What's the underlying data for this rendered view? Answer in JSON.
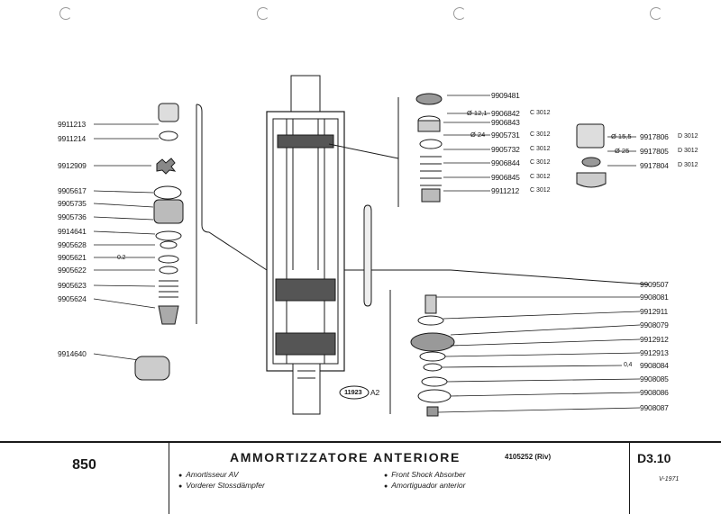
{
  "header": {
    "model": "850",
    "title": "AMMORTIZZATORE ANTERIORE",
    "part_number": "4105252 (Riv)",
    "page_code": "D3.10",
    "date": "V-1971",
    "translations": [
      "Amortisseur AV",
      "Vorderer Stossdämpfer",
      "Front Shock Absorber",
      "Amortiguador anterior"
    ]
  },
  "drawing_ref": {
    "number": "11923",
    "suffix": "A2"
  },
  "left_group": [
    {
      "part": "9911213"
    },
    {
      "part": "9911214"
    },
    {
      "part": "9912909"
    },
    {
      "part": "9905617"
    },
    {
      "part": "9905735"
    },
    {
      "part": "9905736"
    },
    {
      "part": "9914641"
    },
    {
      "part": "9905628"
    },
    {
      "part": "9905621",
      "size": "0.2"
    },
    {
      "part": "9905622"
    },
    {
      "part": "9905623"
    },
    {
      "part": "9905624"
    },
    {
      "part": "9914640"
    }
  ],
  "top_center_group": [
    {
      "part": "9909481"
    },
    {
      "part": "9906842",
      "dim": "Ø 12,1",
      "code": "C 3012"
    },
    {
      "part": "9906843"
    },
    {
      "part": "9905731",
      "dim": "Ø 24",
      "code": "C 3012"
    },
    {
      "part": "9905732",
      "code": "C 3012"
    },
    {
      "part": "9906844",
      "code": "C 3012"
    },
    {
      "part": "9906845",
      "code": "C 3012"
    },
    {
      "part": "9911212",
      "code": "C 3012"
    }
  ],
  "top_right_group": [
    {
      "part": "9917806",
      "dim": "Ø 15,5",
      "code": "D 3012"
    },
    {
      "part": "9917805",
      "dim": "Ø 25",
      "code": "D 3012"
    },
    {
      "part": "9917804",
      "code": "D 3012"
    }
  ],
  "bottom_right_group": [
    {
      "part": "9909507"
    },
    {
      "part": "9908081"
    },
    {
      "part": "9912911"
    },
    {
      "part": "9908079"
    },
    {
      "part": "9912912"
    },
    {
      "part": "9912913"
    },
    {
      "part": "9908084",
      "size": "0,4"
    },
    {
      "part": "9908085"
    },
    {
      "part": "9908086"
    },
    {
      "part": "9908087"
    }
  ]
}
